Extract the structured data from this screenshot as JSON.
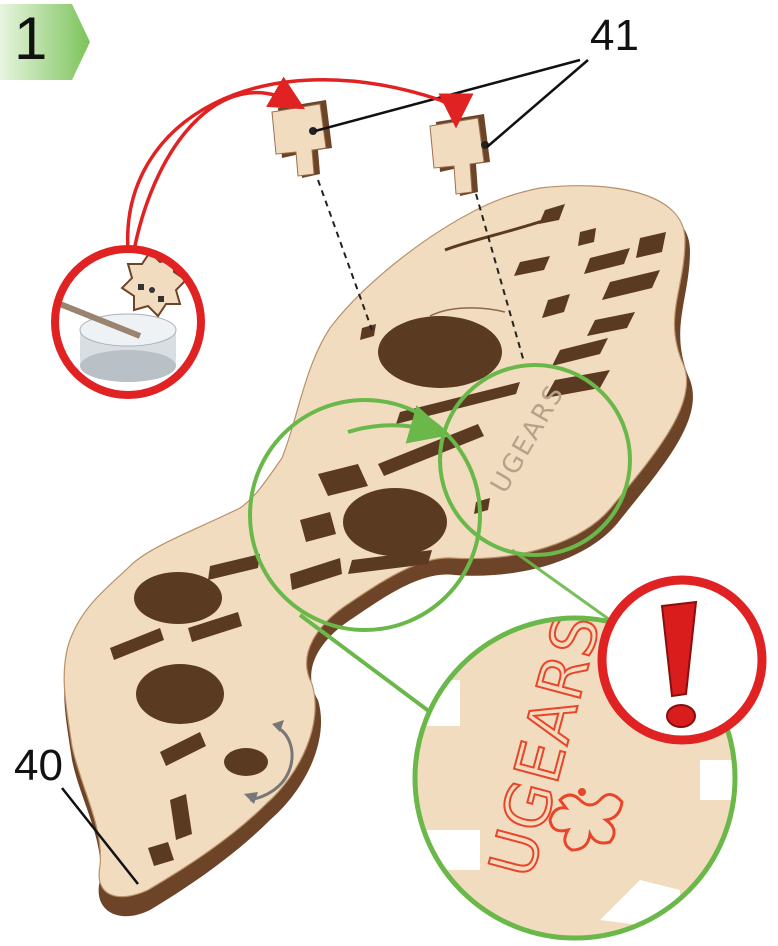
{
  "step": {
    "number": "1"
  },
  "labels": {
    "part_a": "41",
    "part_b": "40"
  },
  "brand_engraving": "UGEARS",
  "colors": {
    "wood": "#f2dcc0",
    "wood_edge": "#8a5a36",
    "wood_dark": "#5b3a22",
    "arrow_red": "#e02222",
    "zoom_green": "#6bb84a",
    "badge_green": "#7cc35a",
    "warning_red": "#d91c1c",
    "engrave_red": "#e8452a"
  },
  "icons": [
    "glue-pot-icon",
    "warning-exclamation-icon",
    "rotate-arrow-icon"
  ]
}
